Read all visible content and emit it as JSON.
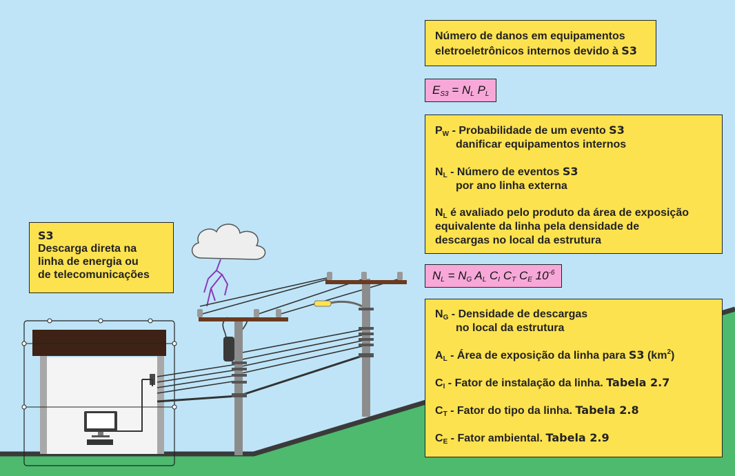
{
  "colors": {
    "sky": "#bfe4f7",
    "ground": "#4dba6e",
    "road": "#3a3a3a",
    "box_fill": "#fde24f",
    "formula_fill": "#f7a8d8",
    "roof": "#3d2215",
    "pole": "#8c8c8c",
    "crossarm": "#6b3a1f",
    "lightning": "#8a3ab8"
  },
  "header_box": {
    "line1": "Número de danos em equipamentos",
    "line2_prefix": "eletroeletrônicos internos devido à ",
    "line2_code": "S3"
  },
  "formula1": {
    "E": "E",
    "E_sub": "S3",
    "eq": " = ",
    "N": "N",
    "N_sub": "L",
    "P": "P",
    "P_sub": "L"
  },
  "definitions1": {
    "pw_sym": "P",
    "pw_sub": "W",
    "pw_text1": " - Probabilidade de um evento ",
    "pw_code": "S3",
    "pw_text2": "danificar equipamentos internos",
    "nl_sym": "N",
    "nl_sub": "L",
    "nl_text1": " - Número de eventos ",
    "nl_code": "S3",
    "nl_text2": "por ano linha externa",
    "nl_eval_sym": "N",
    "nl_eval_sub": "L",
    "nl_eval_line1": " é avaliado pelo produto da área de exposição",
    "nl_eval_line2": "equivalente da linha pela densidade de",
    "nl_eval_line3": "descargas no local da estrutura"
  },
  "formula2": {
    "N": "N",
    "N_sub": "L",
    "eq": " = ",
    "NG": "N",
    "NG_sub": "G",
    "AL": "A",
    "AL_sub": "L",
    "CI": "C",
    "CI_sub": "I",
    "CT": "C",
    "CT_sub": "T",
    "CE": "C",
    "CE_sub": "E",
    "ten": "10",
    "exp": "-6"
  },
  "definitions2": {
    "ng_sym": "N",
    "ng_sub": "G",
    "ng_text1": " - Densidade de descargas",
    "ng_text2": "no local da estrutura",
    "al_sym": "A",
    "al_sub": "L",
    "al_text": " - Área de exposição da linha para ",
    "al_code": "S3",
    "al_unit_pre": " (km",
    "al_unit_exp": "2",
    "al_unit_post": ")",
    "ci_sym": "C",
    "ci_sub": "I",
    "ci_text": " - Fator de instalação da linha. ",
    "ci_table": "Tabela 2.7",
    "ct_sym": "C",
    "ct_sub": "T",
    "ct_text": " - Fator do tipo da linha. ",
    "ct_table": "Tabela 2.8",
    "ce_sym": "C",
    "ce_sub": "E",
    "ce_text": " - Fator ambiental. ",
    "ce_table": "Tabela 2.9"
  },
  "s3_box": {
    "code": "S3",
    "line1": "Descarga direta na",
    "line2": "linha de energia ou",
    "line3": "de telecomunicações"
  },
  "icons": {
    "cloud": "cloud-icon",
    "lightning": "lightning-bolt-icon",
    "computer": "computer-monitor-icon",
    "keyboard": "keyboard-icon"
  }
}
